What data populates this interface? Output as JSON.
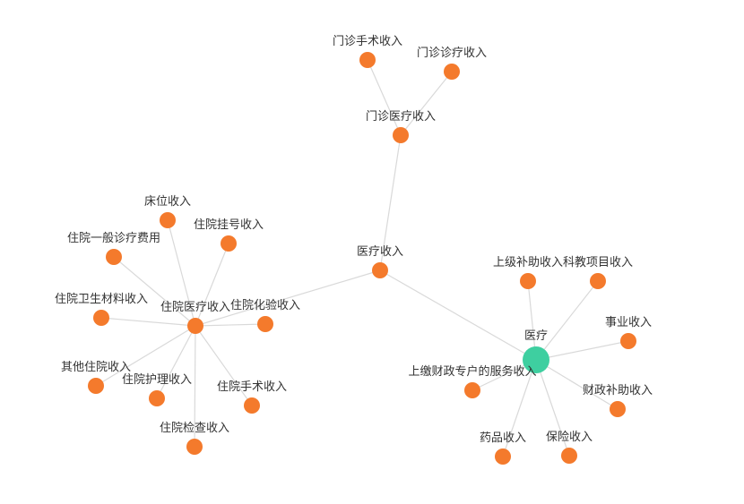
{
  "colors": {
    "root": "#3ecfa0",
    "node": "#f47a2c",
    "edge": "#d9d9d9",
    "label": "#333333"
  },
  "graph": {
    "root": "医疗",
    "nodes": [
      {
        "id": "root",
        "label": "医疗",
        "type": "root"
      },
      {
        "id": "yl",
        "label": "医疗收入"
      },
      {
        "id": "mz",
        "label": "门诊医疗收入"
      },
      {
        "id": "mzss",
        "label": "门诊手术收入"
      },
      {
        "id": "mzzl",
        "label": "门诊诊疗收入"
      },
      {
        "id": "zy",
        "label": "住院医疗收入"
      },
      {
        "id": "cw",
        "label": "床位收入"
      },
      {
        "id": "gh",
        "label": "住院挂号收入"
      },
      {
        "id": "yb",
        "label": "住院一般诊疗费用"
      },
      {
        "id": "ws",
        "label": "住院卫生材料收入"
      },
      {
        "id": "hy",
        "label": "住院化验收入"
      },
      {
        "id": "qt",
        "label": "其他住院收入"
      },
      {
        "id": "hl",
        "label": "住院护理收入"
      },
      {
        "id": "zyss",
        "label": "住院手术收入"
      },
      {
        "id": "jc",
        "label": "住院检查收入"
      },
      {
        "id": "sj",
        "label": "上级补助收入"
      },
      {
        "id": "kj",
        "label": "科教项目收入"
      },
      {
        "id": "sy",
        "label": "事业收入"
      },
      {
        "id": "cz",
        "label": "财政补助收入"
      },
      {
        "id": "bx",
        "label": "保险收入"
      },
      {
        "id": "yp",
        "label": "药品收入"
      },
      {
        "id": "sjcz",
        "label": "上缴财政专户的服务收入"
      }
    ],
    "edges": [
      [
        "root",
        "yl"
      ],
      [
        "yl",
        "mz"
      ],
      [
        "mz",
        "mzss"
      ],
      [
        "mz",
        "mzzl"
      ],
      [
        "yl",
        "zy"
      ],
      [
        "zy",
        "cw"
      ],
      [
        "zy",
        "gh"
      ],
      [
        "zy",
        "yb"
      ],
      [
        "zy",
        "ws"
      ],
      [
        "zy",
        "hy"
      ],
      [
        "zy",
        "qt"
      ],
      [
        "zy",
        "hl"
      ],
      [
        "zy",
        "zyss"
      ],
      [
        "zy",
        "jc"
      ],
      [
        "root",
        "sj"
      ],
      [
        "root",
        "kj"
      ],
      [
        "root",
        "sy"
      ],
      [
        "root",
        "cz"
      ],
      [
        "root",
        "bx"
      ],
      [
        "root",
        "yp"
      ],
      [
        "root",
        "sjcz"
      ]
    ]
  }
}
